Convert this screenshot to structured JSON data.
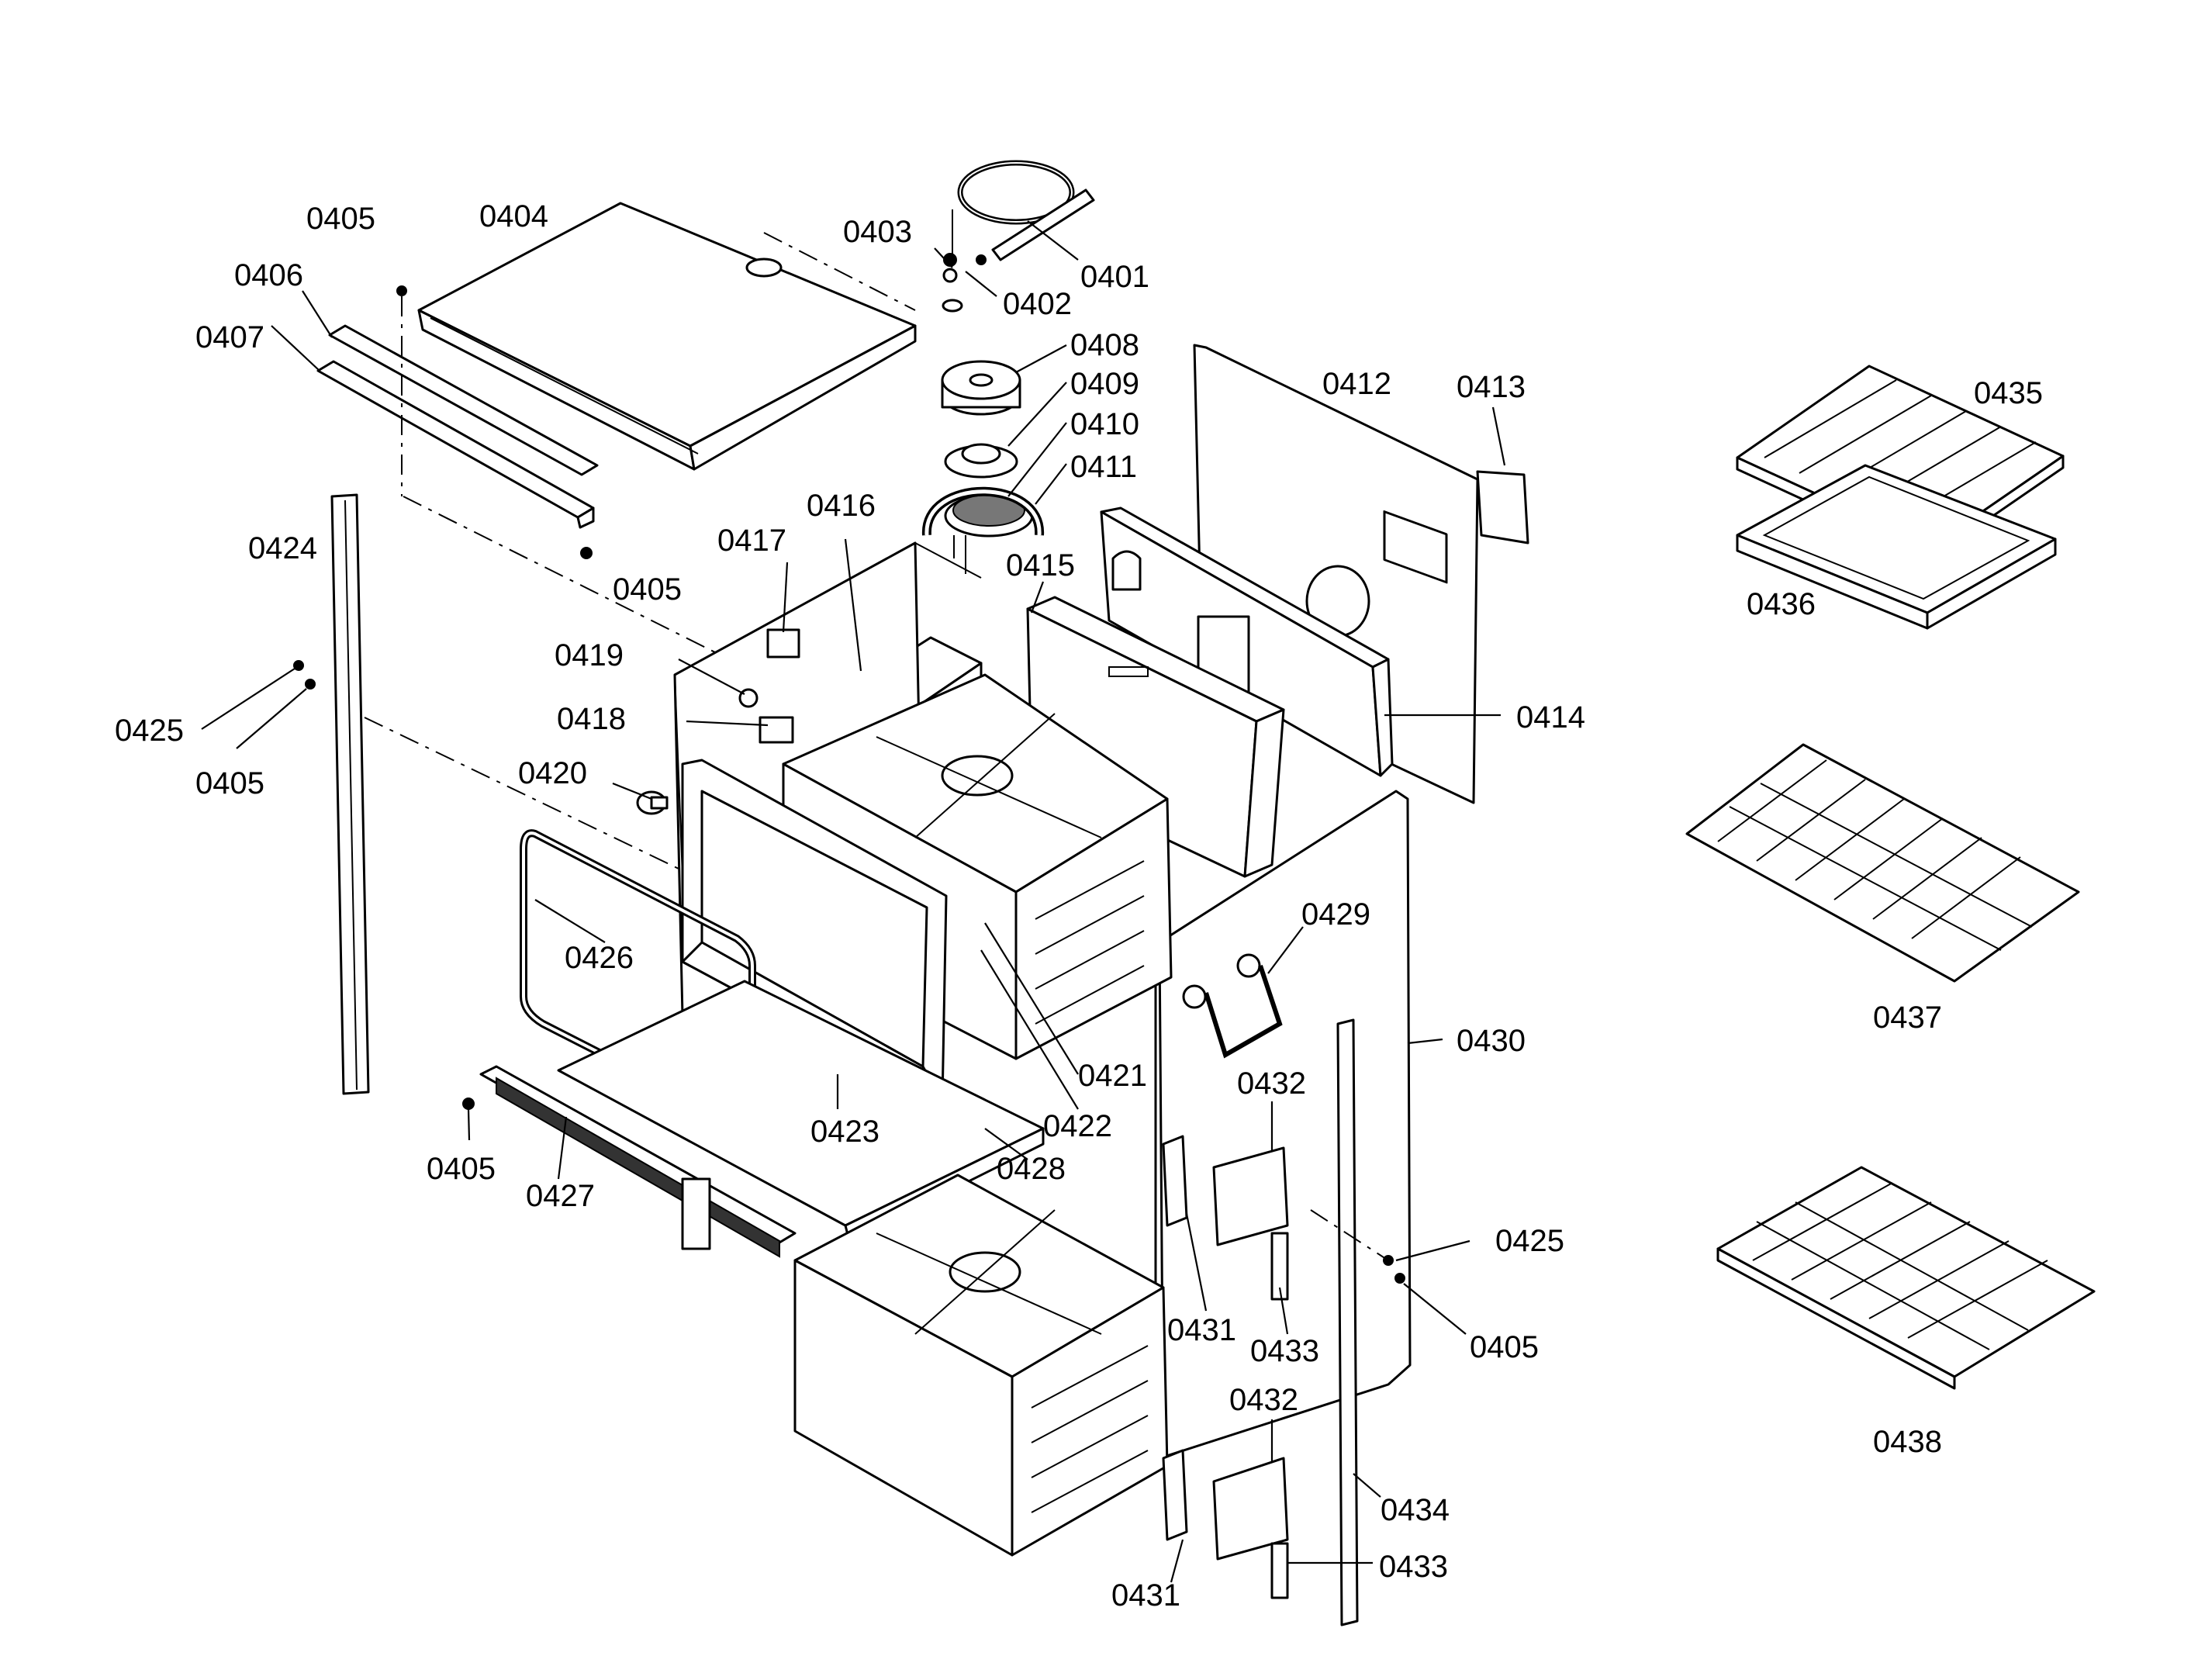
{
  "labels": {
    "p0401": "0401",
    "p0402": "0402",
    "p0403": "0403",
    "p0404": "0404",
    "p0405_top": "0405",
    "p0405_mid": "0405",
    "p0405_left": "0405",
    "p0405_bottom": "0405",
    "p0405_right": "0405",
    "p0406": "0406",
    "p0407": "0407",
    "p0408": "0408",
    "p0409": "0409",
    "p0410": "0410",
    "p0411": "0411",
    "p0412": "0412",
    "p0413": "0413",
    "p0414": "0414",
    "p0415": "0415",
    "p0416": "0416",
    "p0417": "0417",
    "p0418": "0418",
    "p0419": "0419",
    "p0420": "0420",
    "p0421": "0421",
    "p0422": "0422",
    "p0423": "0423",
    "p0424": "0424",
    "p0425_left": "0425",
    "p0425_right": "0425",
    "p0426": "0426",
    "p0427": "0427",
    "p0428": "0428",
    "p0429": "0429",
    "p0430": "0430",
    "p0431_upper": "0431",
    "p0431_lower": "0431",
    "p0432_upper": "0432",
    "p0432_lower": "0432",
    "p0433_upper": "0433",
    "p0433_lower": "0433",
    "p0434": "0434",
    "p0435": "0435",
    "p0436": "0436",
    "p0437": "0437",
    "p0438": "0438"
  },
  "colors": {
    "line": "#000000",
    "background": "#ffffff"
  }
}
